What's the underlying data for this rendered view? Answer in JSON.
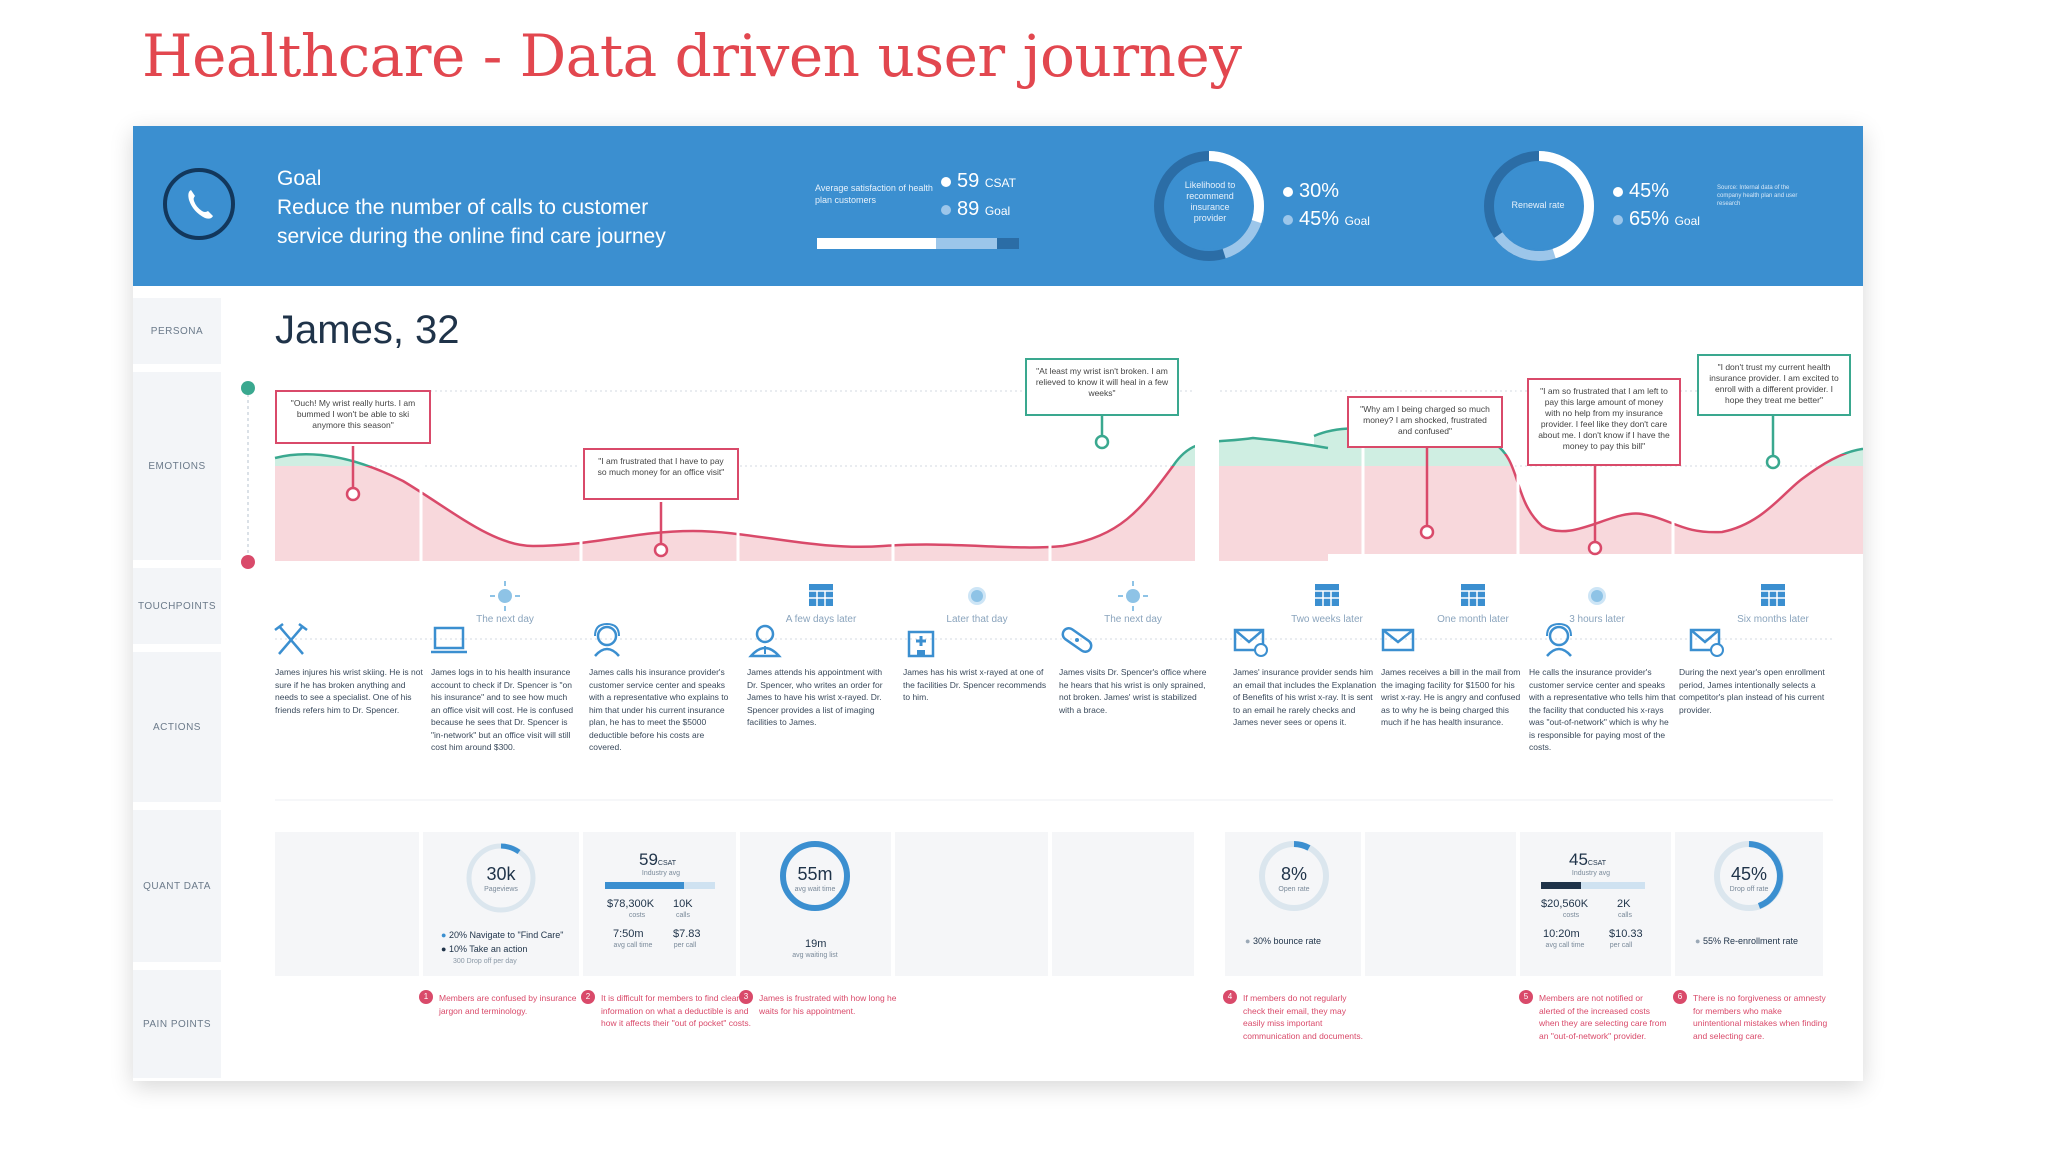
{
  "page_title": "Healthcare - Data driven user journey",
  "goal": {
    "heading": "Goal",
    "line1": "Reduce the number of calls to customer",
    "line2": "service during the online find care journey"
  },
  "csat": {
    "label": "Average satisfaction of health plan customers",
    "value": "59",
    "value_unit": "CSAT",
    "goal": "89",
    "goal_unit": "Goal",
    "value_fraction": 0.59,
    "goal_fraction": 0.89
  },
  "likelihood": {
    "label": "Likelihood to recommend insurance provider",
    "value": "30%",
    "goal": "45%",
    "goal_unit": "Goal",
    "value_fraction": 0.3,
    "goal_fraction": 0.45
  },
  "renewal": {
    "label": "Renewal rate",
    "value": "45%",
    "goal": "65%",
    "goal_unit": "Goal",
    "value_fraction": 0.45,
    "goal_fraction": 0.65
  },
  "source_note": "Source: Internal data of the company health plan and user research",
  "rows": {
    "persona": "PERSONA",
    "emotions": "EMOTIONS",
    "touchpoints": "TOUCHPOINTS",
    "actions": "ACTIONS",
    "quant": "QUANT DATA",
    "pain": "PAIN POINTS"
  },
  "persona_name": "James, 32",
  "quotes": [
    "\"Ouch! My wrist really hurts. I am bummed I won't be able to ski anymore this season\"",
    "\"I am frustrated that I have to pay so much money for an office visit\"",
    "\"At least my wrist isn't broken. I am relieved to know it will heal in a few weeks\"",
    "\"Why am I being charged so much money? I am shocked, frustrated and confused\"",
    "\"I am so frustrated that I am left to pay this large amount of money with no help from my insurance provider. I feel like they don't care about me. I don't know if I have the money to pay this bill\"",
    "\"I don't trust my current health insurance provider. I am excited to enroll with a different provider. I hope they treat me better\""
  ],
  "times": [
    "The next day",
    "A few days later",
    "Later that day",
    "The next day",
    "Two weeks later",
    "One month later",
    "3 hours later",
    "Six months later"
  ],
  "actions": [
    "James injures his wrist skiing. He is not sure if he has broken anything and needs to see a specialist. One of his friends refers him to Dr. Spencer.",
    "James logs in to his health insurance account to check if Dr. Spencer is \"on his insurance\" and to see how much an office visit will cost. He is confused because he sees that Dr. Spencer is \"in-network\" but an office visit will still cost him around $300.",
    "James calls his insurance provider's customer service center and speaks with a representative who explains to him that under his current insurance plan, he has to meet the $5000 deductible before his costs are covered.",
    "James attends his appointment with Dr. Spencer, who writes an order for James to have his wrist x-rayed. Dr. Spencer provides a list of imaging facilities to James.",
    "James has his wrist x-rayed at one of the facilities Dr. Spencer recommends to him.",
    "James visits Dr. Spencer's office where he hears that his wrist is only sprained, not broken. James' wrist is stabilized with a brace.",
    "James' insurance provider sends him an email that includes the Explanation of Benefits of his wrist x-ray. It is sent to an email he rarely checks and James never sees or opens it.",
    "James receives a bill in the mail from the imaging facility for $1500 for his wrist x-ray. He is angry and confused as to why he is being charged this much if he has health insurance.",
    "He calls the insurance provider's customer service center and speaks with a representative who tells him that the facility that conducted his x-rays was \"out-of-network\" which is why he is responsible for paying most of the costs.",
    "During the next year's open enrollment period, James intentionally selects a competitor's plan instead of his current provider."
  ],
  "quant": {
    "pageviews_value": "30k",
    "pageviews_label": "Pageviews",
    "pageviews_line1": "20% Navigate to \"Find Care\"",
    "pageviews_line2": "10% Take an action",
    "pageviews_line3": "300 Drop off per day",
    "csat1_value": "59",
    "csat1_unit": "CSAT",
    "csat1_sub": "Industry avg",
    "csat1_cost": "$78,300K",
    "csat1_cost_label": "costs",
    "csat1_calls": "10K",
    "csat1_calls_label": "calls",
    "csat1_time": "7:50m",
    "csat1_time_label": "avg call time",
    "csat1_per": "$7.83",
    "csat1_per_label": "per call",
    "wait_value": "55m",
    "wait_label": "avg wait time",
    "wait_line": "19m",
    "wait_line_label": "avg waiting list",
    "open_value": "8%",
    "open_label": "Open rate",
    "open_line": "30% bounce rate",
    "csat2_value": "45",
    "csat2_unit": "CSAT",
    "csat2_sub": "Industry avg",
    "csat2_cost": "$20,560K",
    "csat2_cost_label": "costs",
    "csat2_calls": "2K",
    "csat2_calls_label": "calls",
    "csat2_time": "10:20m",
    "csat2_time_label": "avg call time",
    "csat2_per": "$10.33",
    "csat2_per_label": "per call",
    "drop_value": "45%",
    "drop_label": "Drop off rate",
    "drop_line": "55% Re-enrollment rate"
  },
  "pain_points": [
    {
      "num": "1",
      "text": "Members are confused by insurance jargon and terminology."
    },
    {
      "num": "2",
      "text": "It is difficult for members to find clear information on what a deductible is and how it affects their \"out of pocket\" costs."
    },
    {
      "num": "3",
      "text": "James is frustrated with how long he waits for his appointment."
    },
    {
      "num": "4",
      "text": "If members do not regularly check their email, they may easily miss important communication and documents."
    },
    {
      "num": "5",
      "text": "Members are not notified or alerted of the increased costs when they are selecting care from an \"out-of-network\" provider."
    },
    {
      "num": "6",
      "text": "There is no forgiveness or amnesty for members who make unintentional mistakes when finding and selecting care."
    }
  ],
  "colors": {
    "title_red": "#e2474f",
    "banner_blue": "#3b8fd0",
    "positive_green": "#3aa88f",
    "negative_pink": "#d94a6a"
  },
  "icons": [
    "phone-icon",
    "ski-icon",
    "laptop-icon",
    "headset-icon",
    "doctor-icon",
    "hospital-icon",
    "bandage-icon",
    "email-icon",
    "calendar-icon",
    "sun-icon"
  ]
}
